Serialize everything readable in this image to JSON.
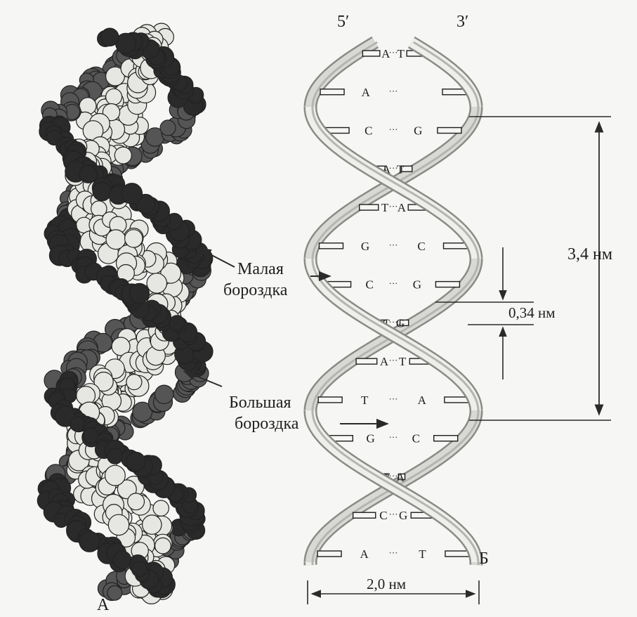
{
  "panel_a": {
    "label": "А"
  },
  "panel_b": {
    "label": "Б"
  },
  "strand_ends": {
    "five_prime": "5′",
    "three_prime": "3′"
  },
  "labels": {
    "minor_groove_line1": "Малая",
    "minor_groove_line2": "бороздка",
    "major_groove_line1": "Большая",
    "major_groove_line2": "бороздка"
  },
  "dimensions": {
    "pitch": "3,4 нм",
    "rise": "0,34 нм",
    "diameter": "2,0 нм"
  },
  "base_pairs": [
    {
      "left": "A",
      "right": "T"
    },
    {
      "left": "A",
      "right": ""
    },
    {
      "left": "C",
      "right": "G"
    },
    {
      "left": "A",
      "right": "T"
    },
    {
      "left": "T",
      "right": "A"
    },
    {
      "left": "G",
      "right": "C"
    },
    {
      "left": "C",
      "right": "G"
    },
    {
      "left": "C",
      "right": "G"
    },
    {
      "left": "A",
      "right": "T"
    },
    {
      "left": "T",
      "right": "A"
    },
    {
      "left": "G",
      "right": "C"
    },
    {
      "left": "T",
      "right": "A"
    },
    {
      "left": "C",
      "right": "G"
    },
    {
      "left": "A",
      "right": "T"
    }
  ],
  "colors": {
    "ink": "#1e1e1e",
    "ribbon": "#d8d8d4",
    "ribbon_shade": "#8a8a86",
    "atom_light": "#e6e6e2",
    "atom_dark": "#2a2a2a"
  }
}
